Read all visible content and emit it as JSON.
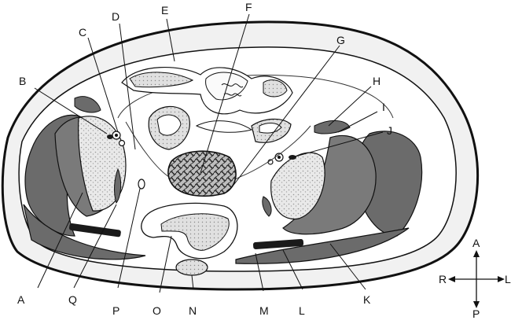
{
  "diagram": {
    "labels": {
      "A": "A",
      "B": "B",
      "C": "C",
      "D": "D",
      "E": "E",
      "F": "F",
      "G": "G",
      "H": "H",
      "I": "I",
      "J": "J",
      "K": "K",
      "L": "L",
      "M": "M",
      "N": "N",
      "O": "O",
      "P": "P",
      "Q": "Q"
    },
    "orientation": {
      "anterior": "A",
      "posterior": "P",
      "right": "R",
      "left": "L"
    }
  },
  "colors": {
    "outline": "#111111",
    "skin_fill": "#f2f2f2",
    "body_fill": "#ffffff",
    "muscle": "#6b6b6b",
    "bone_speckle": "#c9c9c9",
    "dark_band": "#1a1a1a",
    "organ_fill": "#dcdcdc"
  }
}
